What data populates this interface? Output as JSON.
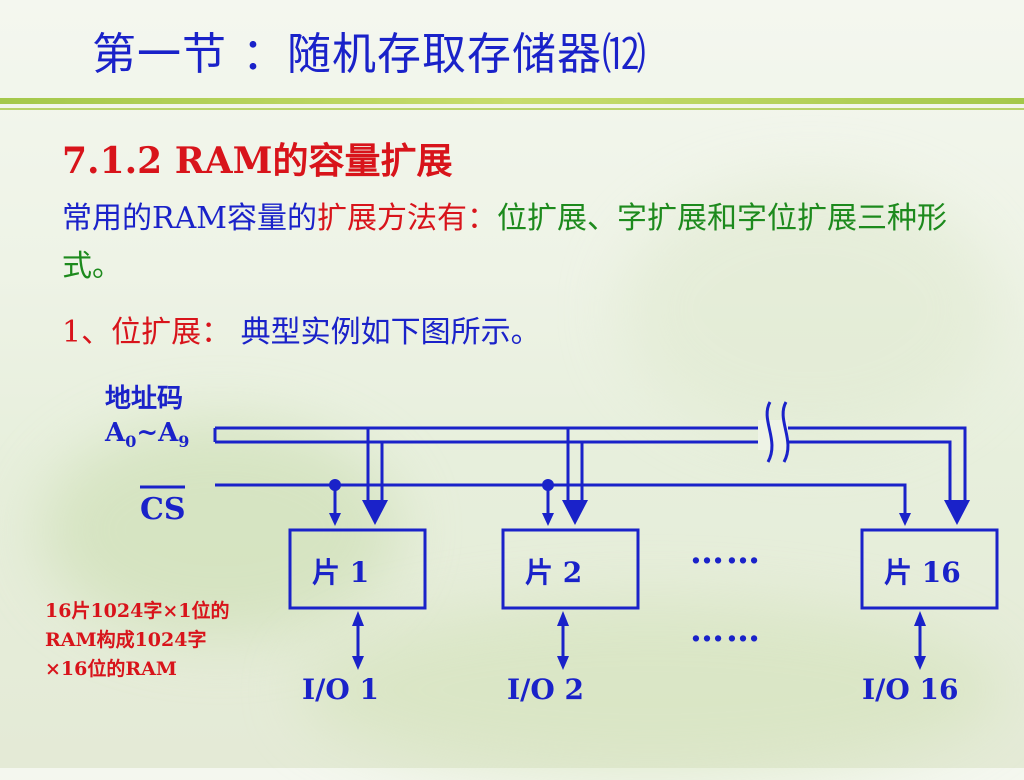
{
  "slide": {
    "title": "第一节 ：随机存取存储器⑿",
    "section_heading": "7.1.2  RAM的容量扩展",
    "paragraph": {
      "part1": "常用的RAM容量的",
      "part2": "扩展方法有：",
      "part3": "位扩展、字扩展和字位扩展三种形式。"
    },
    "bit_expansion": {
      "heading": "1、位扩展：",
      "description": "典型实例如下图所示。"
    }
  },
  "diagram": {
    "address_label_line1": "地址码",
    "address_label_line2_main": "A",
    "address_label_sub0": "0",
    "address_label_tilde": "~A",
    "address_label_sub9": "9",
    "cs_label": "CS",
    "chips": [
      {
        "label": "片   1",
        "io": "I/O  1"
      },
      {
        "label": "片   2",
        "io": "I/O  2"
      },
      {
        "label": "片 16",
        "io": "I/O  16"
      }
    ],
    "ellipsis_top": "……",
    "ellipsis_bottom": "……",
    "note": "16片1024字×1位的RAM构成1024字×16位的RAM"
  },
  "colors": {
    "blue": "#1a22c9",
    "red": "#d8141b",
    "green": "#1d8a1d",
    "rule": "#a4c84a"
  }
}
